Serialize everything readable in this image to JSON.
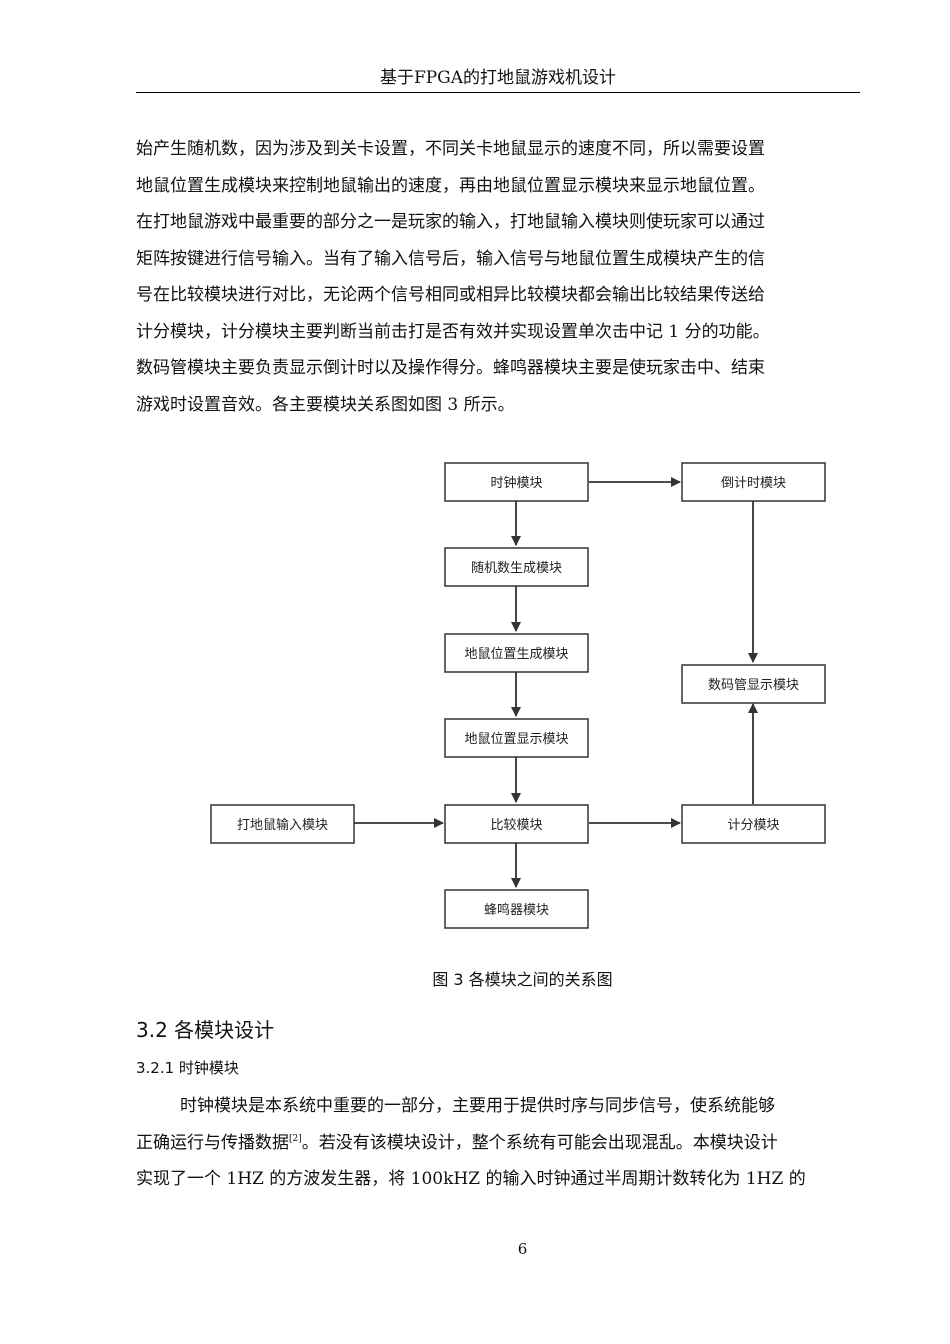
{
  "header": {
    "title": "基于FPGA的打地鼠游戏机设计"
  },
  "body_top": {
    "lines": [
      "始产生随机数，因为涉及到关卡设置，不同关卡地鼠显示的速度不同，所以需要设置",
      "地鼠位置生成模块来控制地鼠输出的速度，再由地鼠位置显示模块来显示地鼠位置。",
      "在打地鼠游戏中最重要的部分之一是玩家的输入，打地鼠输入模块则使玩家可以通过",
      "矩阵按键进行信号输入。当有了输入信号后，输入信号与地鼠位置生成模块产生的信",
      "号在比较模块进行对比，无论两个信号相同或相异比较模块都会输出比较结果传送给",
      "计分模块，计分模块主要判断当前击打是否有效并实现设置单次击中记 1 分的功能。",
      "数码管模块主要负责显示倒计时以及操作得分。蜂鸣器模块主要是使玩家击中、结束",
      "游戏时设置音效。各主要模块关系图如图 3 所示。"
    ]
  },
  "diagram": {
    "boxes": {
      "clock": "时钟模块",
      "random": "随机数生成模块",
      "mole_pos_gen": "地鼠位置生成模块",
      "mole_pos_display": "地鼠位置显示模块",
      "compare": "比较模块",
      "buzzer": "蜂鸣器模块",
      "input": "打地鼠输入模块",
      "countdown": "倒计时模块",
      "seg_display": "数码管显示模块",
      "score": "计分模块"
    }
  },
  "figure": {
    "caption": "图 3 各模块之间的关系图"
  },
  "section": {
    "heading": "3.2 各模块设计"
  },
  "subsection": {
    "heading": "3.2.1 时钟模块"
  },
  "body_bottom": {
    "line1": "时钟模块是本系统中重要的一部分，主要用于提供时序与同步信号，使系统能够",
    "line2": "正确运行与传播数据",
    "cite": "[2]",
    "line2_rest": "。若没有该模块设计，整个系统有可能会出现混乱。本模块设计",
    "line3": "实现了一个 1HZ 的方波发生器，将 100kHZ 的输入时钟通过半周期计数转化为 1HZ 的"
  },
  "page": {
    "number": "6"
  }
}
